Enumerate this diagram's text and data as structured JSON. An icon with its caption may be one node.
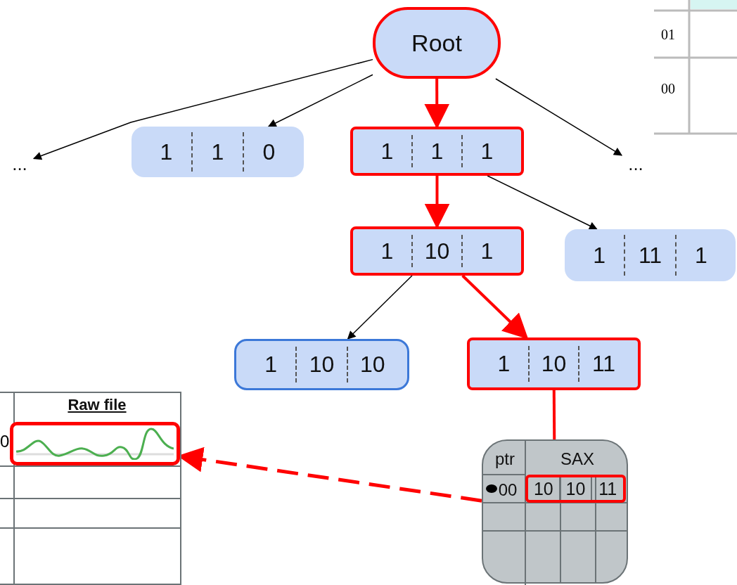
{
  "diagram": {
    "nodes": [
      {
        "text": [
          "Root"
        ]
      },
      {
        "text": [
          "..."
        ]
      },
      {
        "text": [
          "1",
          "1",
          "0"
        ]
      },
      {
        "text": [
          "1",
          "1",
          "1"
        ]
      },
      {
        "text": [
          "..."
        ]
      },
      {
        "text": [
          "1",
          "10",
          "1"
        ]
      },
      {
        "text": [
          "1",
          "11",
          "1"
        ]
      },
      {
        "text": [
          "1",
          "10",
          "10"
        ]
      },
      {
        "text": [
          "1",
          "10",
          "11"
        ]
      },
      {
        "text": [
          "ptr",
          "SAX",
          "00"
        ]
      },
      {
        "text": [
          "10",
          "10",
          "11"
        ],
        "in": 9
      },
      {
        "text": [
          "Raw file"
        ]
      },
      {
        "text": [],
        "shape": "box",
        "in": 11
      }
    ],
    "edges": [
      {
        "from": 0,
        "to": 1,
        "arrow": "to"
      },
      {
        "from": 0,
        "to": 2,
        "arrow": "to"
      },
      {
        "from": 0,
        "to": 3,
        "arrow": "to",
        "style": "thick",
        "color": "#ff0000"
      },
      {
        "from": 0,
        "to": 4,
        "arrow": "to"
      },
      {
        "from": 3,
        "to": 5,
        "arrow": "to",
        "style": "thick",
        "color": "#ff0000"
      },
      {
        "from": 3,
        "to": 6,
        "arrow": "to"
      },
      {
        "from": 5,
        "to": 7,
        "arrow": "to"
      },
      {
        "from": 5,
        "to": 8,
        "arrow": "to",
        "style": "thick",
        "color": "#ff0000"
      },
      {
        "from": 8,
        "to": 9,
        "arrow": "none",
        "style": "thick",
        "color": "#ff0000"
      },
      {
        "from": 9,
        "to": 12,
        "arrow": "to",
        "style": "dashed",
        "color": "#ff0000"
      }
    ],
    "labels": [
      "01",
      "00",
      "0"
    ]
  }
}
